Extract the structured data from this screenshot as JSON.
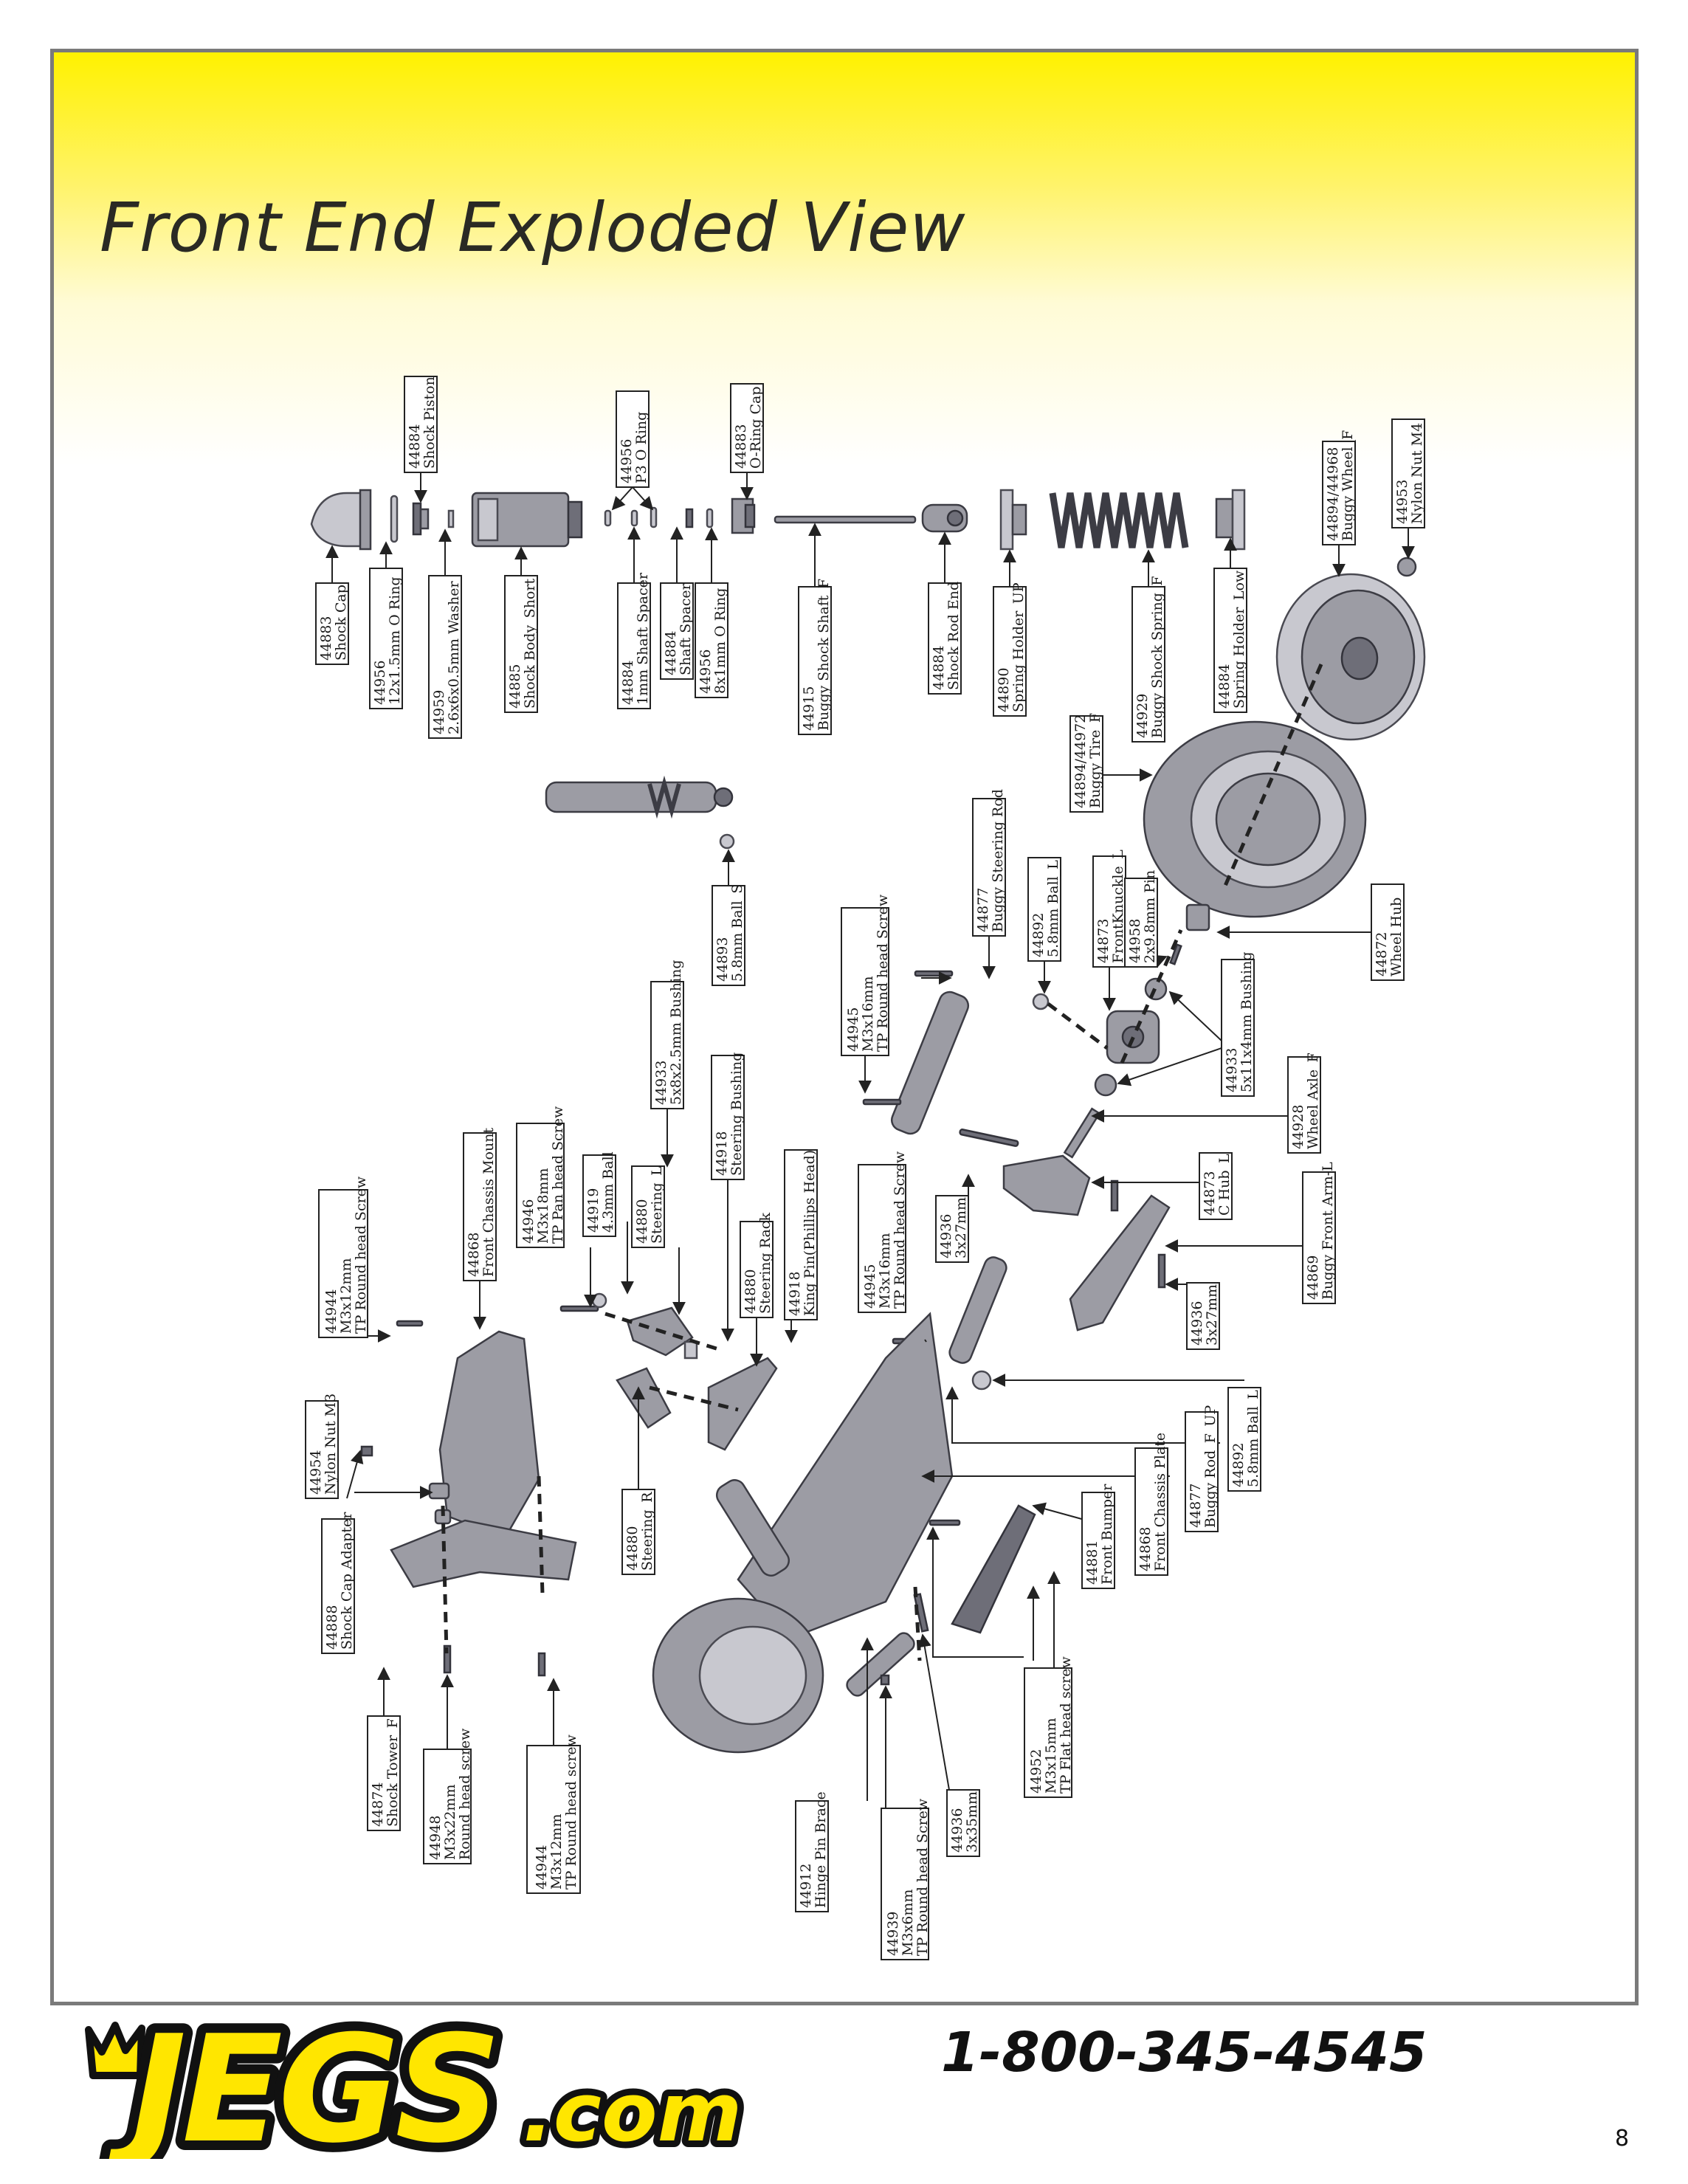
{
  "page_title": "Front End Exploded View",
  "phone": "1-800-345-4545",
  "page_number": "8",
  "logo_text": "JEGS.com",
  "colors": {
    "header_yellow": "#fff200",
    "frame_gray": "#7a7a7a",
    "logo_yellow": "#ffe600",
    "logo_black": "#111111"
  },
  "labels": {
    "shock_cap": [
      "44883",
      "Shock Cap"
    ],
    "o_ring_12": [
      "44956",
      "12x1.5mm O Ring"
    ],
    "shock_piston": [
      "44884",
      "Shock Piston"
    ],
    "washer": [
      "44959",
      "2.6x6x0.5mm Washer"
    ],
    "shock_body": [
      "44885",
      "Shock Body_Short"
    ],
    "p3_o_ring": [
      "44956",
      "P3 O Ring"
    ],
    "shaft_spacer_1mm": [
      "44884",
      "1mm Shaft Spacer"
    ],
    "shaft_spacer": [
      "44884",
      "Shaft Spacer"
    ],
    "o_ring_8": [
      "44956",
      "8x1mm O Ring"
    ],
    "o_ring_cap": [
      "44883",
      "O-Ring Cap"
    ],
    "buggy_shock_shaft": [
      "44915",
      "Buggy Shock Shaft_F"
    ],
    "shock_rod_end": [
      "44884",
      "Shock Rod End"
    ],
    "spring_holder_up": [
      "44890",
      "Spring Holder_UP"
    ],
    "buggy_shock_spring": [
      "44929",
      "Buggy Shock Spring_F"
    ],
    "spring_holder_low": [
      "44884",
      "Spring Holder_Low"
    ],
    "buggy_wheel": [
      "44894/44968",
      "Buggy Wheel_F"
    ],
    "nylon_nut_m4": [
      "44953",
      "Nylon Nut M4"
    ],
    "buggy_tire": [
      "44894/44972",
      "Buggy Tire_F"
    ],
    "ball_s": [
      "44893",
      "5.8mm Ball_S"
    ],
    "buggy_steering_rod": [
      "44877",
      "Buggy Steering Rod"
    ],
    "ball_l_top": [
      "44892",
      "5.8mm Ball_L"
    ],
    "front_knuckle": [
      "44873",
      "FrontKnuckle_L"
    ],
    "pin_2x9": [
      "44958",
      "2x9.8mm Pin"
    ],
    "wheel_hub": [
      "44872",
      "Wheel Hub"
    ],
    "screw_m3x16_top": [
      "44945",
      "M3x16mm",
      "TP Round head Screw"
    ],
    "bushing_5x8": [
      "44933",
      "5x8x2.5mm Bushing"
    ],
    "bushing_5x11": [
      "44933",
      "5x11x4mm Bushing"
    ],
    "wheel_axle": [
      "44928",
      "Wheel Axle_F"
    ],
    "steering_bushing": [
      "44918",
      "Steering Bushing"
    ],
    "c_hub": [
      "44873",
      "C Hub_L"
    ],
    "king_pin": [
      "44918",
      "King Pin(Phillips Head)"
    ],
    "screw_m3x16_mid": [
      "44945",
      "M3x16mm",
      "TP Round head Screw"
    ],
    "pin_3x27_a": [
      "44936",
      "3x27mm"
    ],
    "buggy_front_arm": [
      "44869",
      "Buggy Front Arm-L"
    ],
    "pin_3x27_b": [
      "44936",
      "3x27mm"
    ],
    "ball_43": [
      "44919",
      "4.3mm Ball"
    ],
    "steering_l": [
      "44880",
      "Steering_L"
    ],
    "steering_rack": [
      "44880",
      "Steering Rack"
    ],
    "screw_m3x18": [
      "44946",
      "M3x18mm",
      "TP Pan head Screw"
    ],
    "front_chassis_mount": [
      "44868",
      "Front Chassis Mount"
    ],
    "screw_m3x12_top": [
      "44944",
      "M3x12mm",
      "TP Round head Screw"
    ],
    "ball_l_bottom": [
      "44892",
      "5.8mm Ball_L"
    ],
    "buggy_rod_up": [
      "44877",
      "Buggy Rod_F_UP"
    ],
    "front_chassis_plate": [
      "44868",
      "Front Chassis Plate"
    ],
    "front_bumper": [
      "44881",
      "Front Bumper"
    ],
    "nylon_nut_m3": [
      "44954",
      "Nylon Nut M3"
    ],
    "steering_r": [
      "44880",
      "Steering_R"
    ],
    "shock_cap_adapter": [
      "44888",
      "Shock Cap Adapter"
    ],
    "shock_tower": [
      "44874",
      "Shock Tower_F"
    ],
    "screw_m3x22": [
      "44948",
      "M3x22mm",
      "Round head screw"
    ],
    "screw_m3x12_bottom": [
      "44944",
      "M3x12mm",
      "TP Round head screw"
    ],
    "hinge_pin_brace": [
      "44912",
      "Hinge Pin Brace"
    ],
    "screw_m3x6": [
      "44939",
      "M3x6mm",
      "TP Round head Screw"
    ],
    "pin_3x35": [
      "44936",
      "3x35mm"
    ],
    "screw_m3x15": [
      "44952",
      "M3x15mm",
      "TP Flat head screw"
    ]
  }
}
